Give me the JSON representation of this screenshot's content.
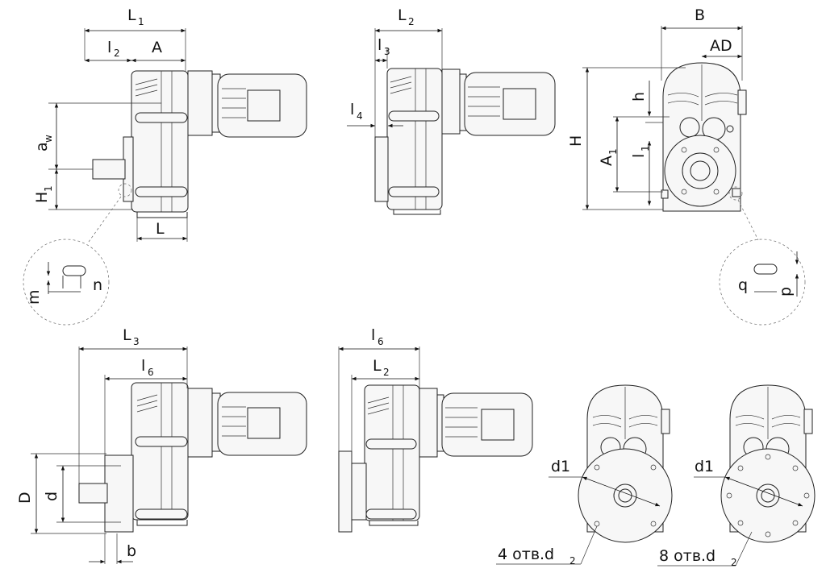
{
  "labels": {
    "L1": "L",
    "L1_sub": "1",
    "l2": "l",
    "l2_sub": "2",
    "A": "A",
    "aw": "a",
    "aw_sub": "w",
    "H1": "H",
    "H1_sub": "1",
    "L": "L",
    "m": "m",
    "n": "n",
    "L2": "L",
    "L2_sub": "2",
    "l3": "l",
    "l3_sub": "3",
    "l4": "l",
    "l4_sub": "4",
    "B": "B",
    "AD": "AD",
    "h": "h",
    "H": "H",
    "A1": "A",
    "A1_sub": "1",
    "l1": "l",
    "l1_sub": "1",
    "q": "q",
    "p": "p",
    "L3": "L",
    "L3_sub": "3",
    "l6a": "l",
    "l6a_sub": "6",
    "D": "D",
    "d": "d",
    "b": "b",
    "l6b": "l",
    "l6b_sub": "6",
    "L2b": "L",
    "L2b_sub": "2",
    "d1a": "d1",
    "d1b": "d1",
    "holes4": "4 отв.d",
    "holes4_sub": "2",
    "holes8": "8 отв.d",
    "holes8_sub": "2"
  }
}
